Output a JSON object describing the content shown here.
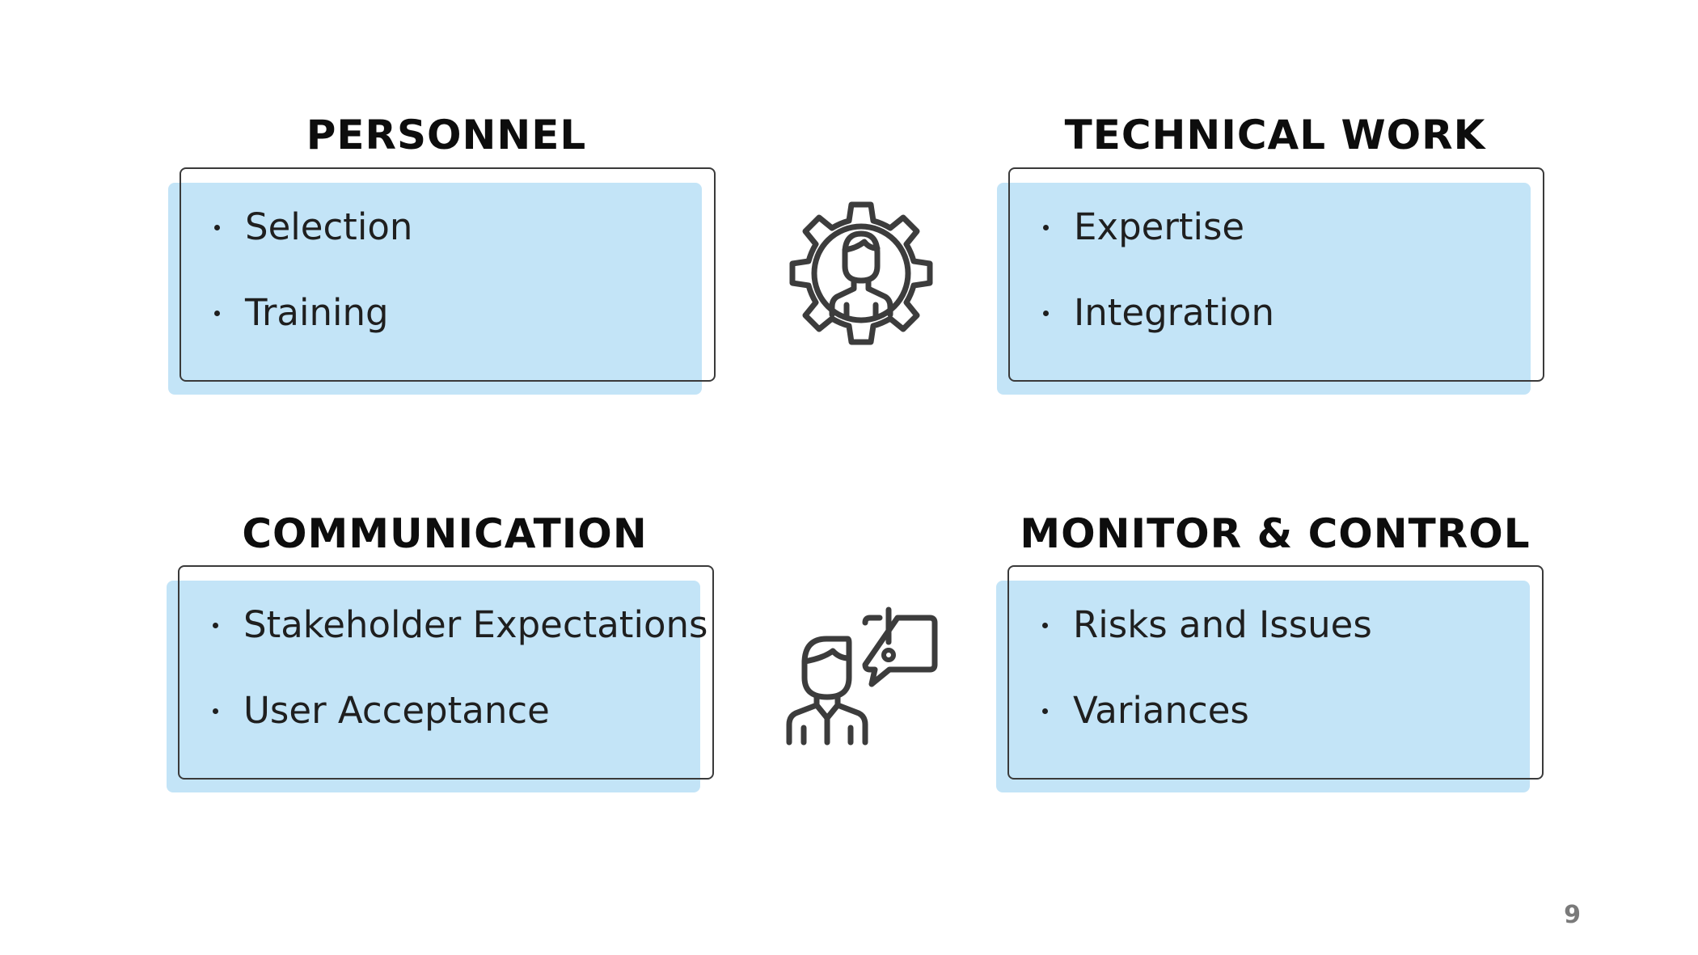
{
  "slide": {
    "page_number": "9",
    "accent_color": "#c3e4f7",
    "outline_color": "#3a3a3a"
  },
  "sections": {
    "personnel": {
      "title": "PERSONNEL",
      "items": [
        "Selection",
        "Training"
      ]
    },
    "technical_work": {
      "title": "TECHNICAL WORK",
      "items": [
        "Expertise",
        "Integration"
      ]
    },
    "communication": {
      "title": "COMMUNICATION",
      "items": [
        "Stakeholder Expectations",
        "User Acceptance"
      ]
    },
    "monitor_control": {
      "title": "MONITOR & CONTROL",
      "items": [
        "Risks and Issues",
        "Variances"
      ]
    }
  },
  "icons": {
    "top": "person-in-gear-icon",
    "bottom": "person-with-alert-speech-bubble-icon"
  }
}
